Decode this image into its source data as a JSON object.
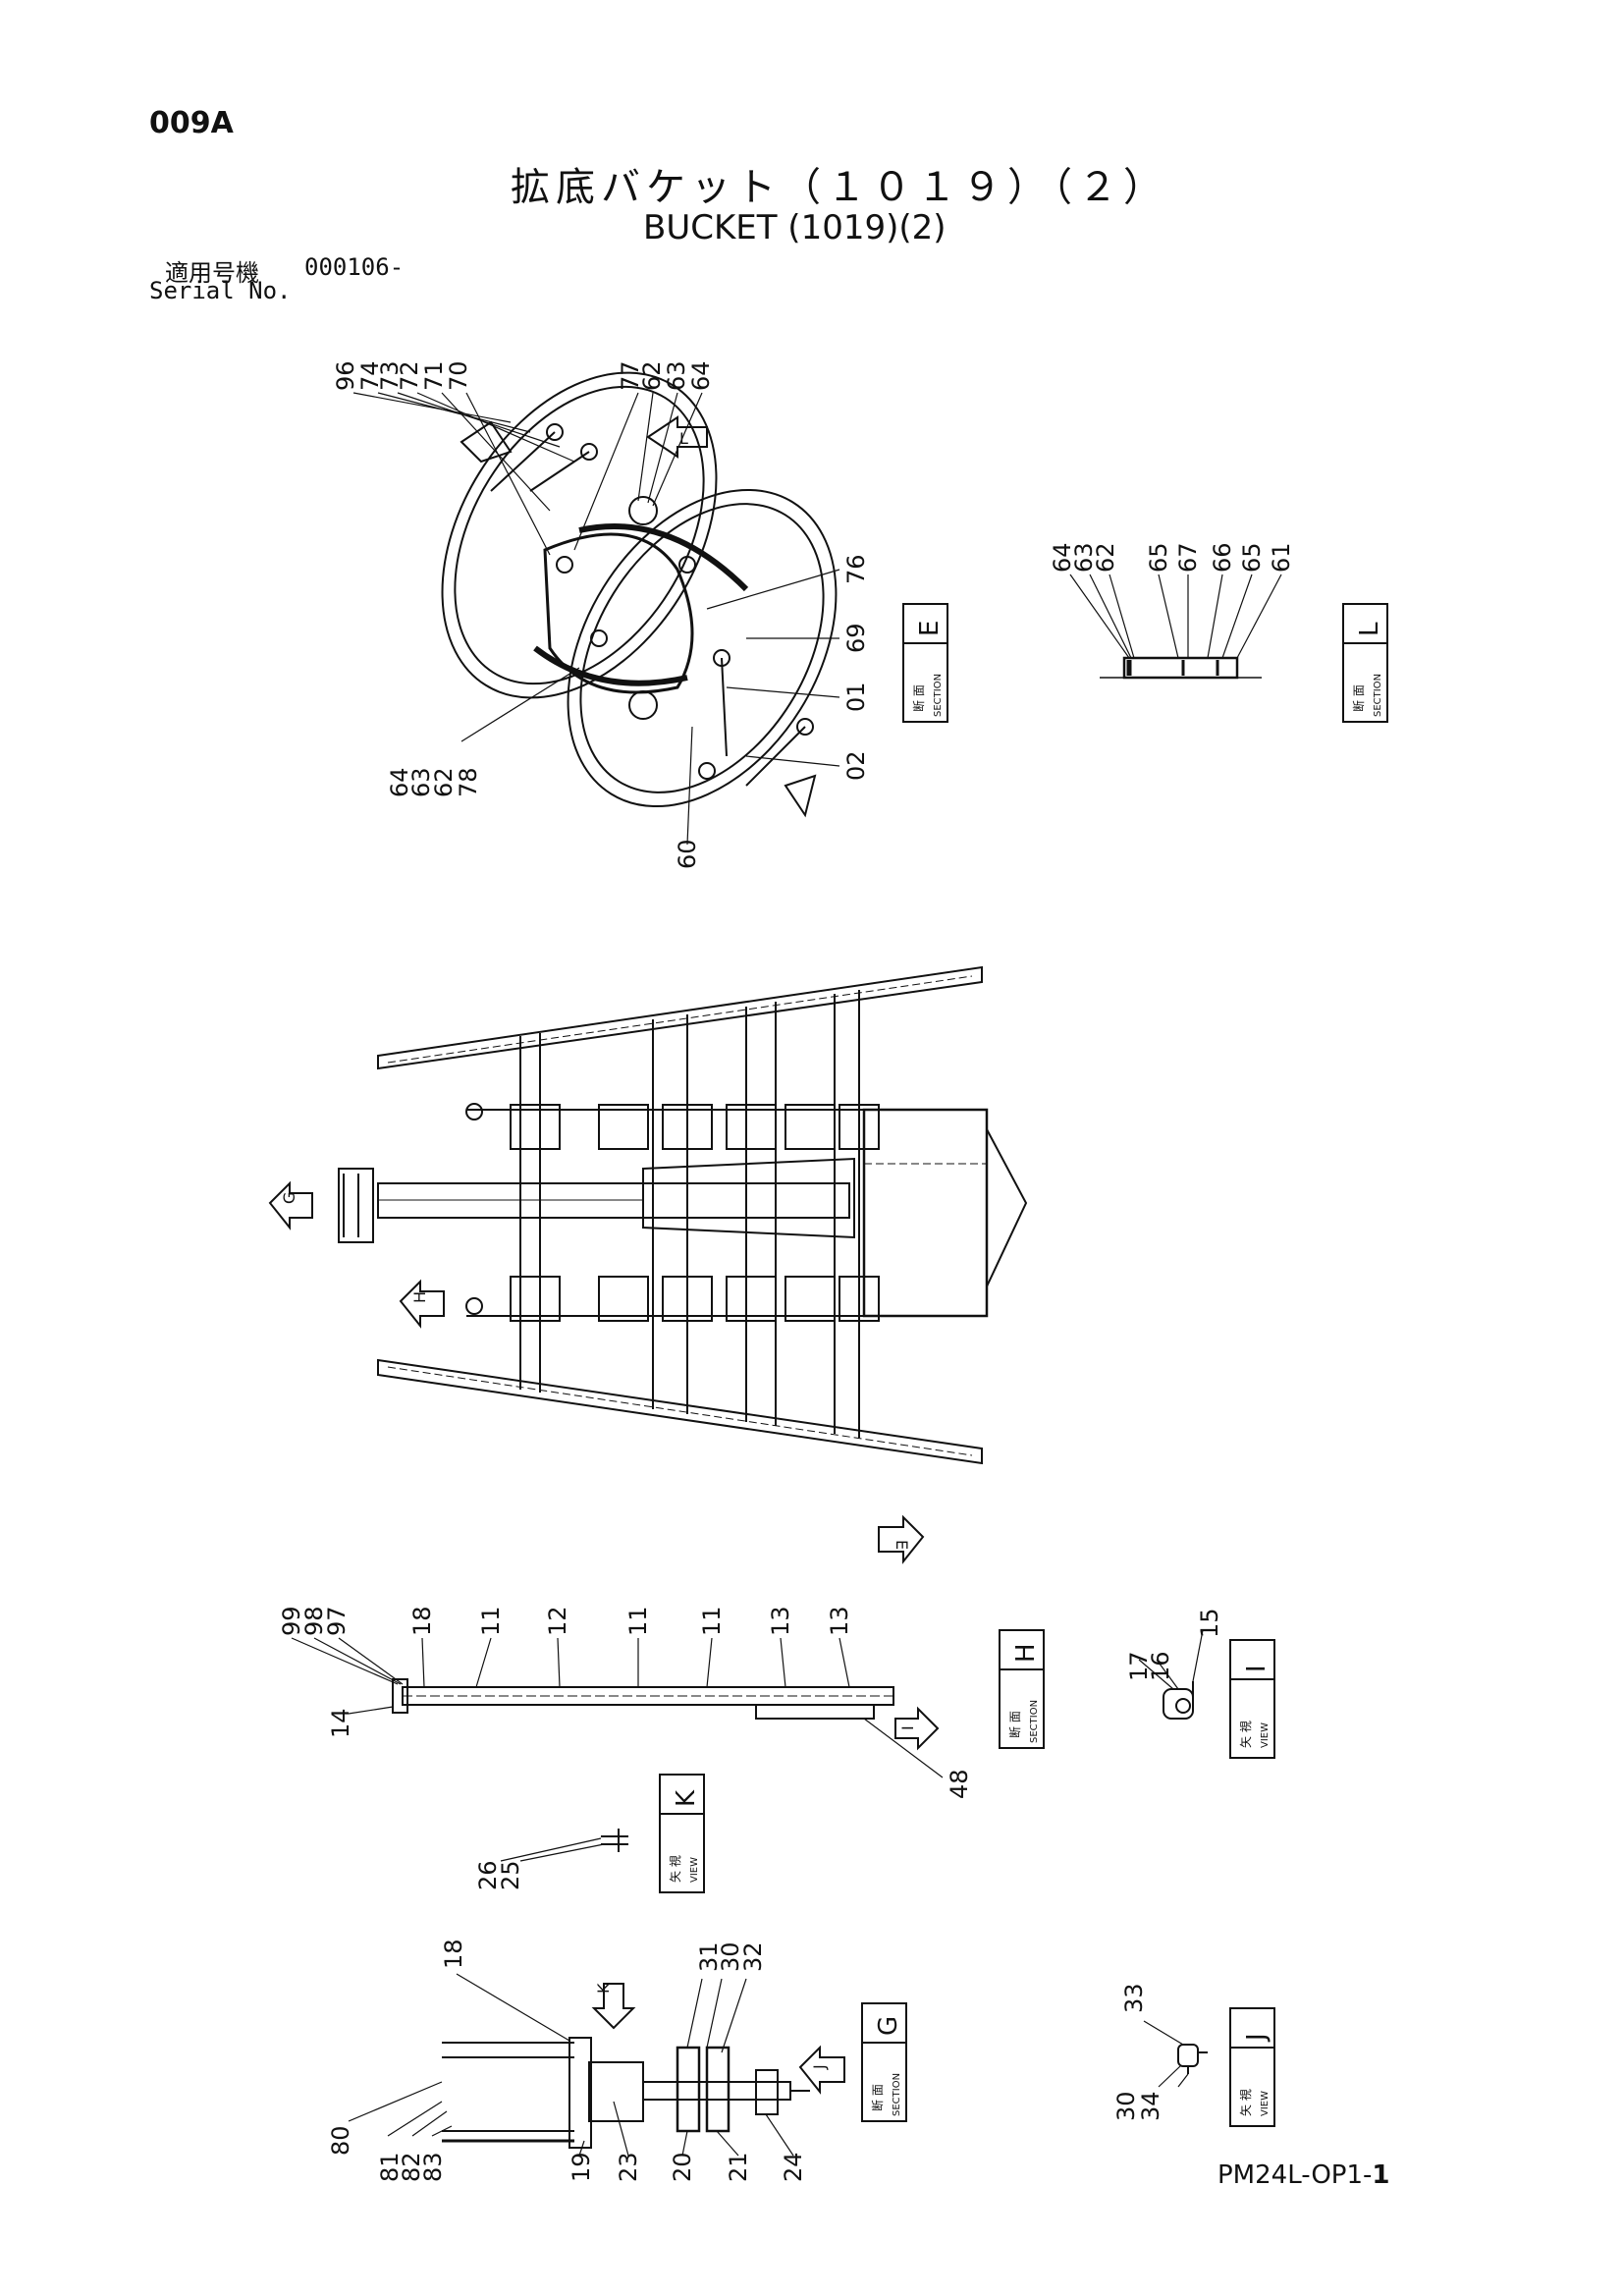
{
  "header": {
    "page_code": "009A",
    "title_jp": "拡底バケット（１０１９）（２）",
    "title_en": "BUCKET (1019)(2)",
    "serial_label_jp": "適用号機",
    "serial_value": "000106-",
    "serial_label_en": "Serial No."
  },
  "footer": {
    "doc_prefix": "PM24L-OP1-",
    "doc_page": "1"
  },
  "section_labels": {
    "section_jp": "断 面",
    "section_en": "SECTION",
    "view_jp": "矢 視",
    "view_en": "VIEW"
  },
  "boxes": [
    {
      "letter": "E",
      "kind": "section"
    },
    {
      "letter": "L",
      "kind": "section"
    },
    {
      "letter": "H",
      "kind": "section"
    },
    {
      "letter": "I",
      "kind": "view"
    },
    {
      "letter": "K",
      "kind": "view"
    },
    {
      "letter": "G",
      "kind": "section"
    },
    {
      "letter": "J",
      "kind": "view"
    }
  ],
  "arrows": [
    "L",
    "G",
    "H",
    "E",
    "I",
    "K",
    "J"
  ],
  "callouts": {
    "view_e": [
      "96",
      "74",
      "73",
      "72",
      "71",
      "70",
      "77",
      "62",
      "63",
      "64",
      "76",
      "69",
      "01",
      "02",
      "60",
      "64",
      "63",
      "62",
      "78"
    ],
    "view_l": [
      "64",
      "63",
      "62",
      "65",
      "67",
      "66",
      "65",
      "61"
    ],
    "view_h": [
      "99",
      "98",
      "97",
      "18",
      "11",
      "12",
      "11",
      "11",
      "13",
      "13",
      "14",
      "48"
    ],
    "view_i": [
      "17",
      "16",
      "15"
    ],
    "view_k": [
      "26",
      "25"
    ],
    "view_g": [
      "18",
      "31",
      "30",
      "32",
      "80",
      "81",
      "82",
      "83",
      "19",
      "23",
      "20",
      "21",
      "24"
    ],
    "view_j": [
      "33",
      "30",
      "34"
    ]
  }
}
